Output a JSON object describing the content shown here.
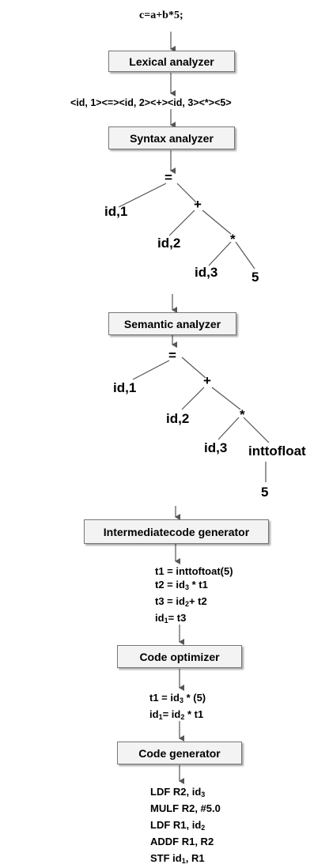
{
  "source_expression": "c=a+b*5;",
  "token_stream": "<id, 1><=><id, 2><+><id, 3><*><5>",
  "stages": {
    "lexical": "Lexical analyzer",
    "syntax": "Syntax analyzer",
    "semantic": "Semantic analyzer",
    "intermediate": "Intermediatecode generator",
    "optimizer": "Code optimizer",
    "generator": "Code generator"
  },
  "syntax_tree": {
    "assign": "=",
    "id1": "id,1",
    "plus": "+",
    "id2": "id,2",
    "mul": "*",
    "id3": "id,3",
    "five": "5"
  },
  "semantic_tree": {
    "assign": "=",
    "id1": "id,1",
    "plus": "+",
    "id2": "id,2",
    "mul": "*",
    "id3": "id,3",
    "convert": "inttofloat",
    "five": "5"
  },
  "intermediate_code": [
    {
      "text": "t1 = inttoftoat(5)"
    },
    {
      "pre": "t2 = id",
      "sub": "3",
      "post": " * t1"
    },
    {
      "pre": "t3 = id",
      "sub": "2",
      "post": "+ t2"
    },
    {
      "pre": "id",
      "sub": "1",
      "post": "= t3"
    }
  ],
  "optimized_code": [
    {
      "pre": "t1 = id",
      "sub": "3",
      "post": " * (5)"
    },
    {
      "pre": "id",
      "sub": "1",
      "post": "= id",
      "sub2": "2",
      "post2": " * t1"
    }
  ],
  "target_code": [
    {
      "pre": "LDF R2, id",
      "sub": "3",
      "post": ""
    },
    {
      "pre": "MULF R2, #5.0",
      "sub": "",
      "post": ""
    },
    {
      "pre": "LDF R1, id",
      "sub": "2",
      "post": ""
    },
    {
      "pre": "ADDF R1, R2",
      "sub": "",
      "post": ""
    },
    {
      "pre": "STF id",
      "sub": "1",
      "post": ", R1"
    }
  ],
  "colors": {
    "box_fill": "#f3f3f3",
    "line": "#555555",
    "text": "#000000"
  }
}
